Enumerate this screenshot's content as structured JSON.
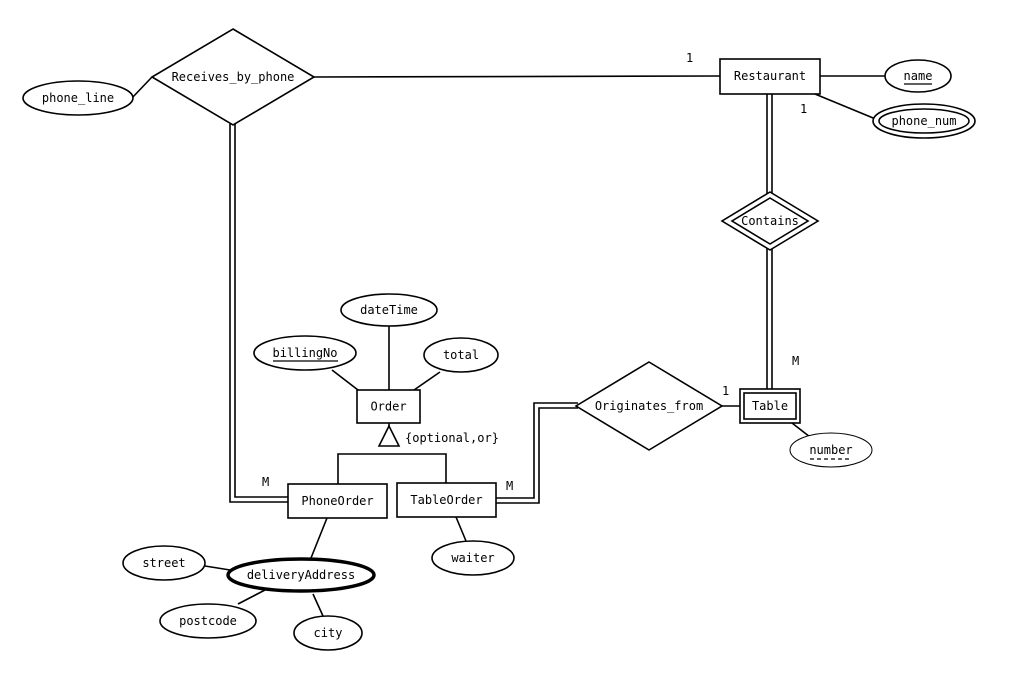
{
  "diagram": {
    "entities": {
      "restaurant": "Restaurant",
      "table": "Table",
      "order": "Order",
      "phone_order": "PhoneOrder",
      "table_order": "TableOrder"
    },
    "relationships": {
      "receives_by_phone": "Receives_by_phone",
      "contains": "Contains",
      "originates_from": "Originates_from"
    },
    "attributes": {
      "phone_line": "phone_line",
      "name": "name",
      "phone_num": "phone_num",
      "number": "number",
      "date_time": "dateTime",
      "billing_no": "billingNo",
      "total": "total",
      "waiter": "waiter",
      "delivery_address": "deliveryAddress",
      "street": "street",
      "postcode": "postcode",
      "city": "city"
    },
    "specialization": "{optional,or}",
    "cardinalities": {
      "receives_restaurant": "1",
      "restaurant_contains": "1",
      "contains_table": "M",
      "originates_table": "1",
      "receives_phoneorder": "M",
      "originates_tableorder": "M"
    }
  }
}
